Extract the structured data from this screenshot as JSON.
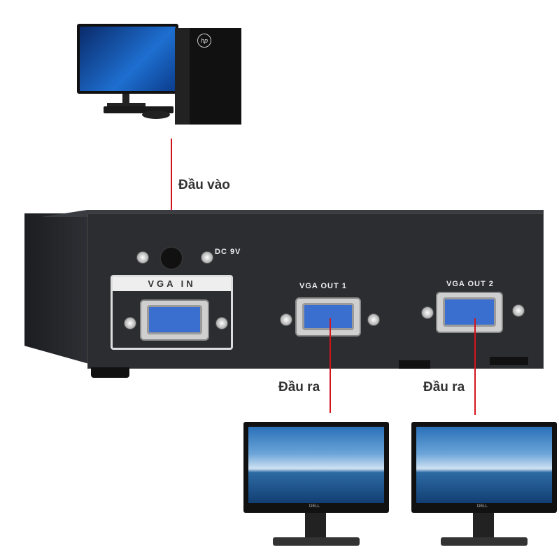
{
  "labels": {
    "input": "Đầu vào",
    "output1": "Đầu ra",
    "output2": "Đầu ra"
  },
  "device": {
    "dc": "DC 9V",
    "vga_in": "VGA IN",
    "vga_out1": "VGA OUT 1",
    "vga_out2": "VGA OUT 2"
  },
  "brands": {
    "pc": "hp",
    "monitor": "DELL"
  },
  "colors": {
    "line": "#d4141c",
    "device": "#2b2d31"
  }
}
